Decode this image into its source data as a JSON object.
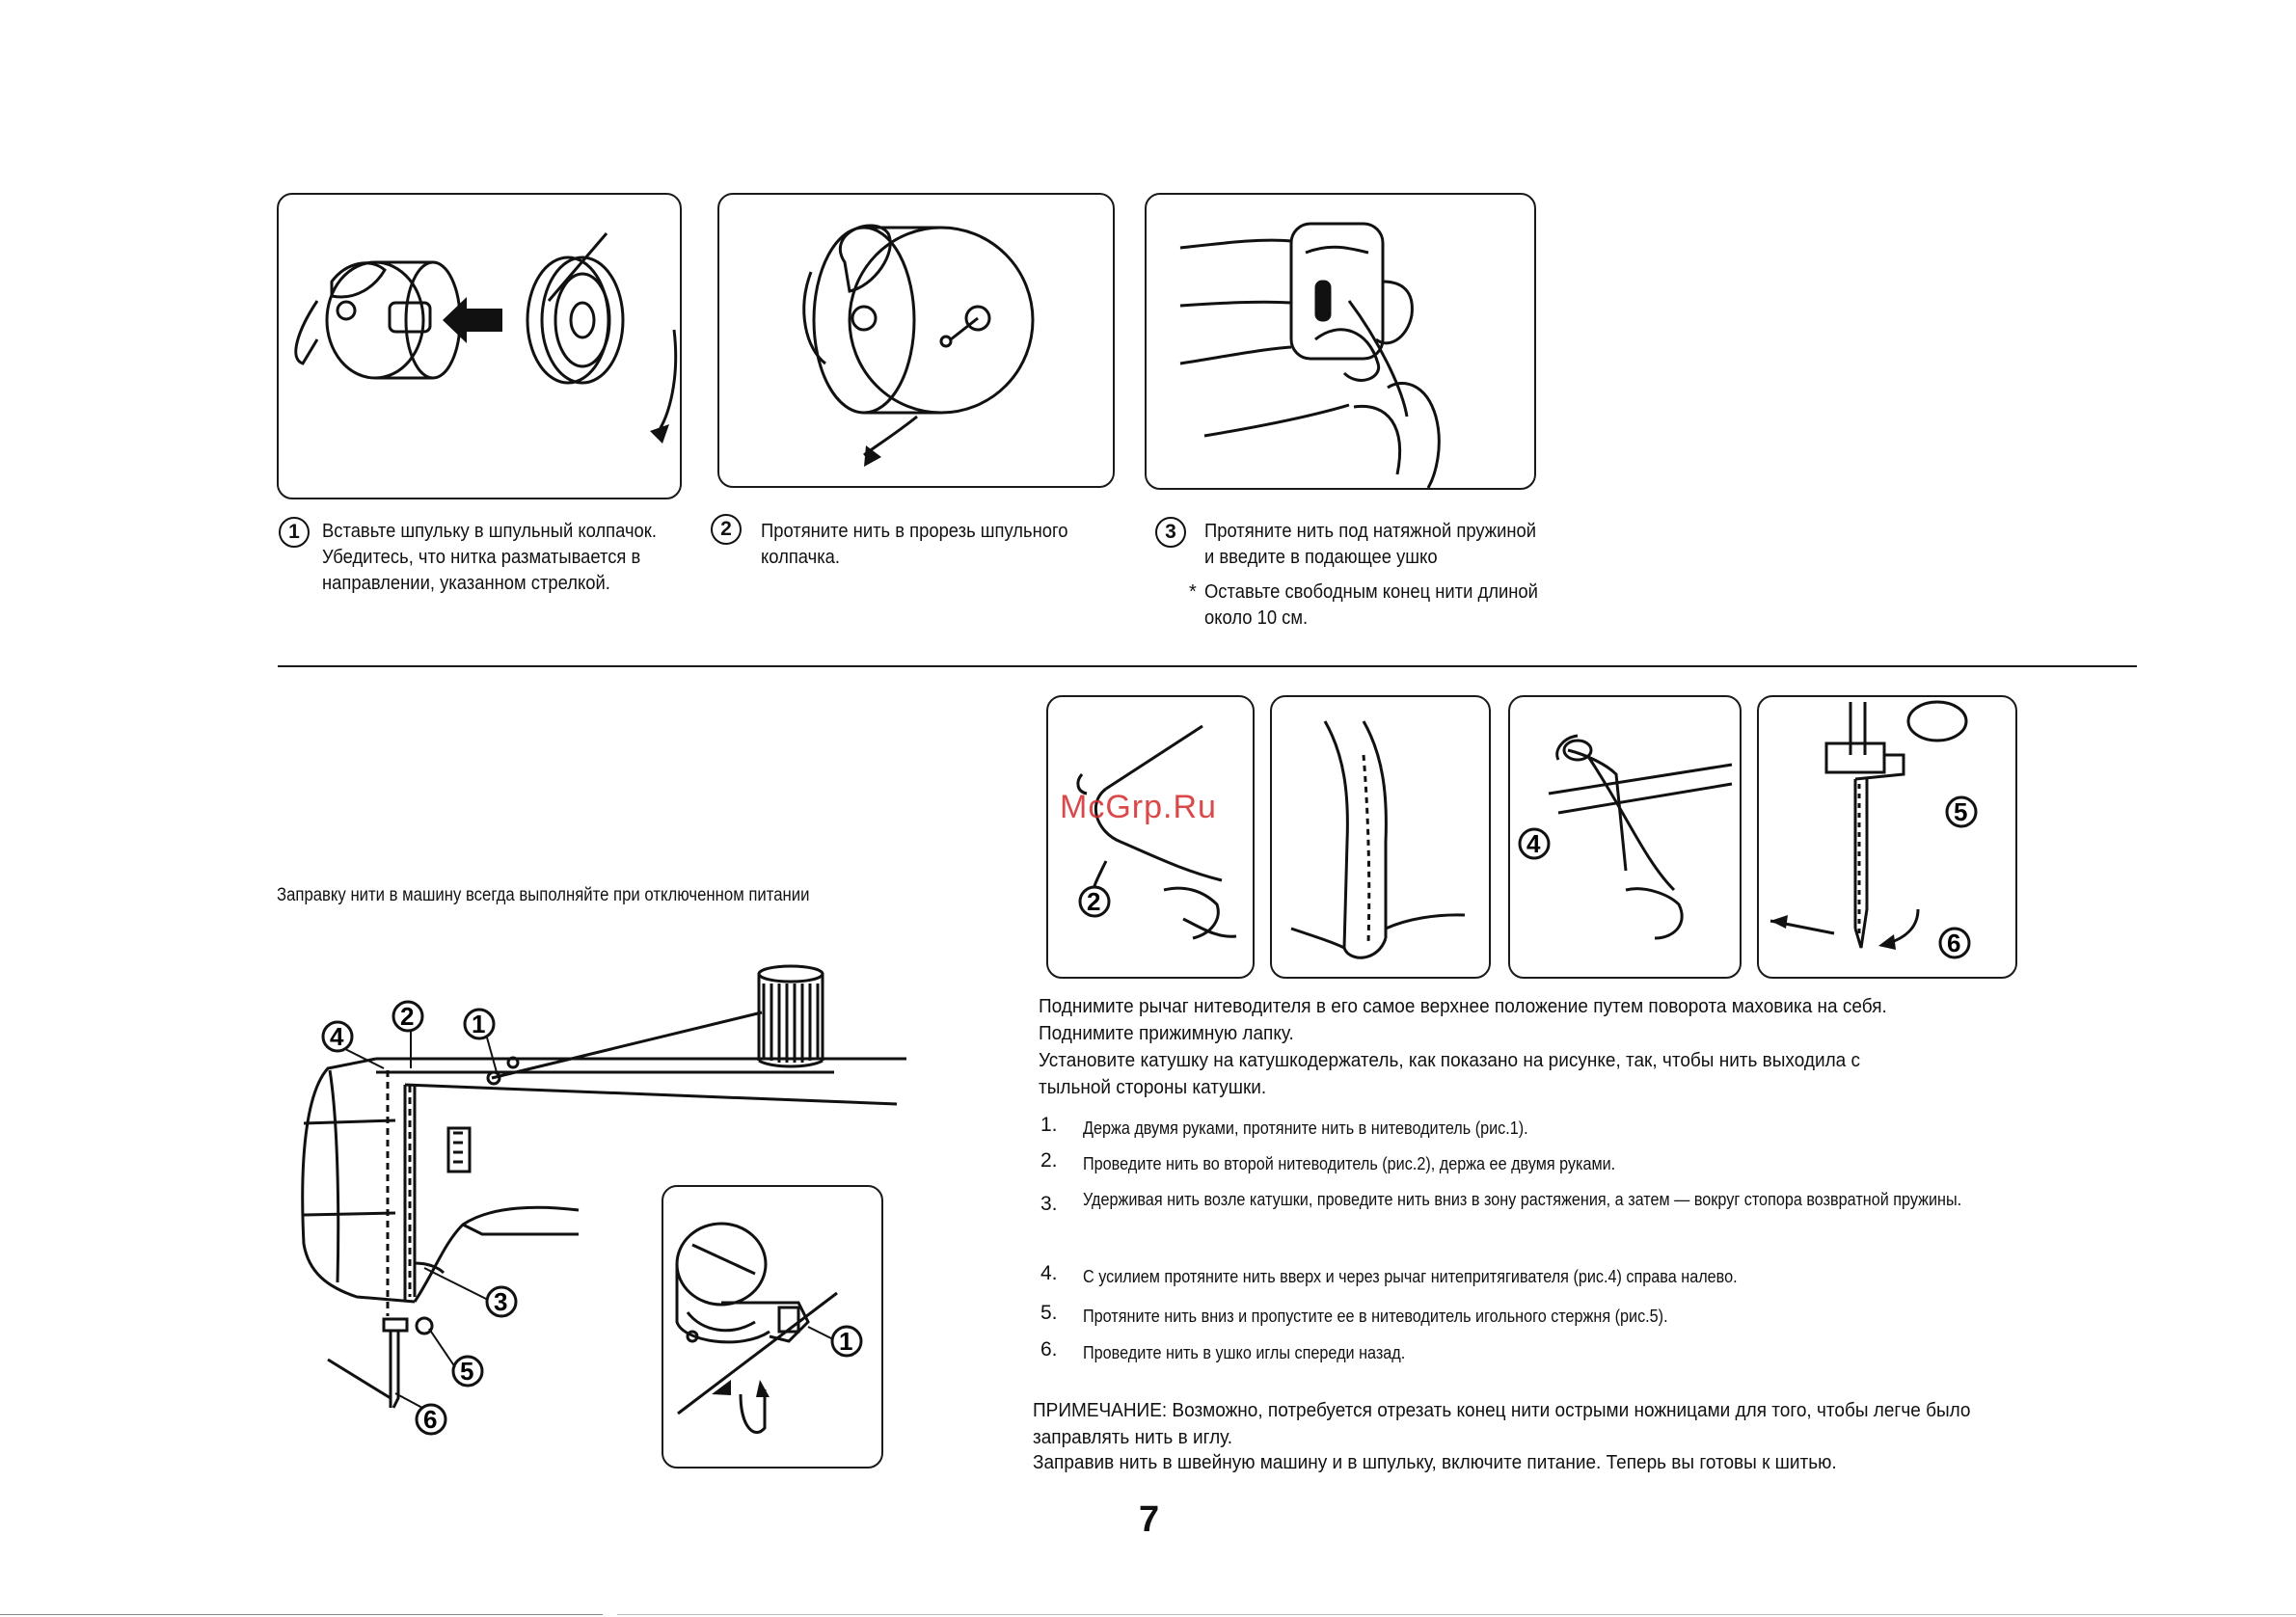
{
  "top_steps": [
    {
      "num": "1",
      "lines": [
        "Вставьте шпульку в шпульный колпачок.",
        "Убедитесь, что нитка разматывается в",
        "направлении, указанном стрелкой."
      ]
    },
    {
      "num": "2",
      "lines": [
        "Протяните нить в прорезь шпульного",
        "колпачка."
      ]
    },
    {
      "num": "3",
      "lines": [
        "Протяните нить под натяжной пружиной",
        "и введите в подающее ушко"
      ],
      "note_star": "*",
      "note_lines": [
        "Оставьте свободным конец нити длиной",
        "около 10 см."
      ]
    }
  ],
  "warning": "Заправку нити в машину всегда выполняйте при отключенном питании",
  "watermark": "McGrp.Ru",
  "diagram_callouts": {
    "main": [
      "4",
      "2",
      "1",
      "3",
      "5",
      "6"
    ],
    "inset": [
      "1"
    ],
    "fig1": [
      "2"
    ],
    "fig3": [
      "4"
    ],
    "fig4": [
      "5",
      "6"
    ]
  },
  "intro_lines": [
    "Поднимите рычаг нитеводителя в его самое верхнее положение путем поворота маховика на себя.",
    "Поднимите прижимную лапку.",
    "Установите катушку на катушкодержатель, как показано на рисунке, так, чтобы нить выходила с",
    "тыльной стороны катушки."
  ],
  "steps": [
    {
      "num": "1.",
      "text": "Держа двумя руками, протяните нить в нитеводитель (рис.1)."
    },
    {
      "num": "2.",
      "text": "Проведите нить во второй нитеводитель (рис.2), держа ее двумя руками."
    },
    {
      "num": "3.",
      "text": "Удерживая нить возле катушки, проведите нить вниз в зону растяжения, а затем — вокруг стопора возвратной пружины."
    },
    {
      "num": "4.",
      "text": "С усилием протяните нить вверх и через рычаг нитепритягивателя (рис.4) справа налево."
    },
    {
      "num": "5.",
      "text": "Протяните нить вниз и пропустите ее в нитеводитель игольного стержня (рис.5)."
    },
    {
      "num": "6.",
      "text": "Проведите нить в ушко иглы спереди назад."
    }
  ],
  "note_lines": [
    "ПРИМЕЧАНИЕ: Возможно, потребуется отрезать конец нити острыми ножницами для того, чтобы легче было",
    "заправлять нить в иглу.",
    "Заправив нить в швейную машину и в шпульку, включите питание. Теперь вы готовы к шитью."
  ],
  "page_number": "7",
  "colors": {
    "ink": "#111111",
    "watermark": "#d42a2a"
  }
}
